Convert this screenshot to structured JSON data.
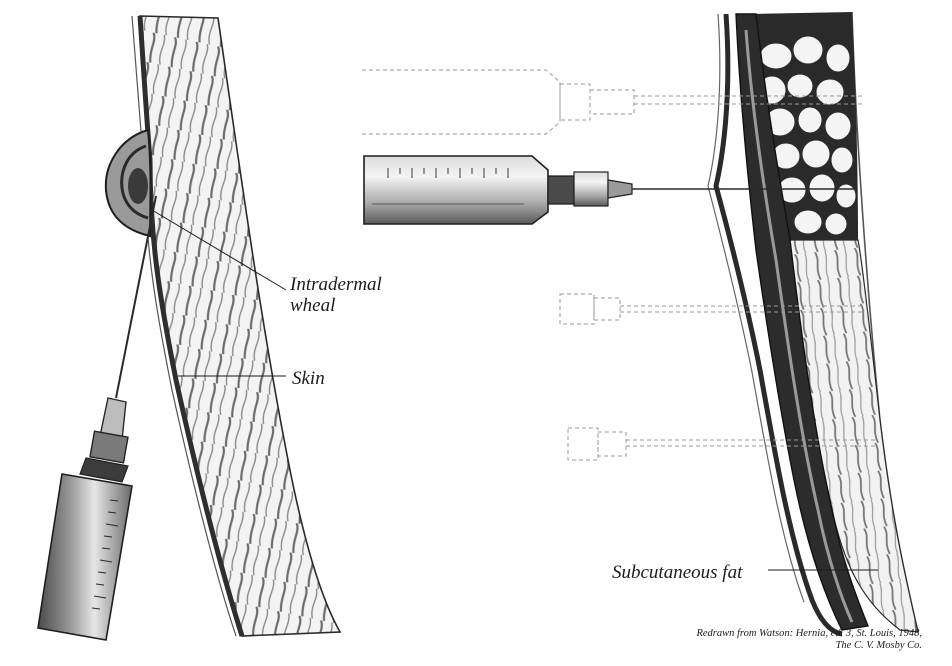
{
  "labels": {
    "intradermal_line1": "Intradermal",
    "intradermal_line2": "wheal",
    "skin": "Skin",
    "subcutaneous_fat": "Subcutaneous fat"
  },
  "credit": {
    "line1": "Redrawn from Watson: Hernia, ed. 3, St. Louis, 1948,",
    "line2": "The C. V. Mosby Co."
  },
  "colors": {
    "ink": "#1c1c1c",
    "tissue_dark": "#3a3a3a",
    "tissue_mid": "#8a8a8a",
    "paper": "#ffffff"
  }
}
